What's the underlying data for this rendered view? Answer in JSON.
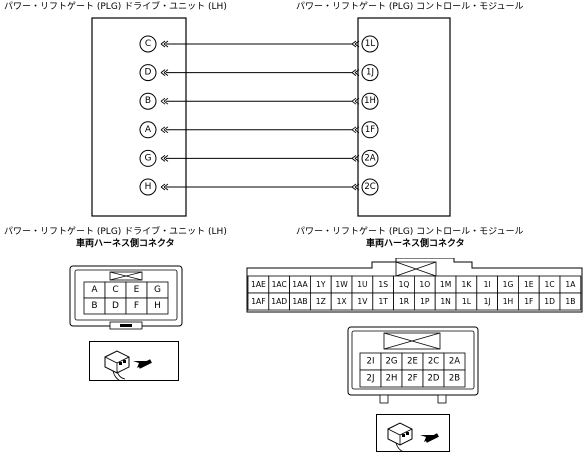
{
  "diagram": {
    "left_unit_title": "パワー・リフトゲート (PLG) ドライブ・ユニット (LH)",
    "right_unit_title": "パワー・リフトゲート (PLG) コントロール・モジュール",
    "wires": [
      {
        "left_pin": "C",
        "right_pin": "1L"
      },
      {
        "left_pin": "D",
        "right_pin": "1J"
      },
      {
        "left_pin": "B",
        "right_pin": "1H"
      },
      {
        "left_pin": "A",
        "right_pin": "1F"
      },
      {
        "left_pin": "G",
        "right_pin": "2A"
      },
      {
        "left_pin": "H",
        "right_pin": "2C"
      }
    ]
  },
  "left_connector": {
    "title": "パワー・リフトゲート (PLG) ドライブ・ユニット (LH)",
    "subtitle": "車両ハーネス側コネクタ",
    "rows": [
      [
        "A",
        "C",
        "E",
        "G"
      ],
      [
        "B",
        "D",
        "F",
        "H"
      ]
    ]
  },
  "right_connector": {
    "title": "パワー・リフトゲート (PLG) コントロール・モジュール",
    "subtitle": "車両ハーネス側コネクタ",
    "connector_1": {
      "rows": [
        [
          "1AE",
          "1AC",
          "1AA",
          "1Y",
          "1W",
          "1U",
          "1S",
          "1Q",
          "1O",
          "1M",
          "1K",
          "1I",
          "1G",
          "1E",
          "1C",
          "1A"
        ],
        [
          "1AF",
          "1AD",
          "1AB",
          "1Z",
          "1X",
          "1V",
          "1T",
          "1R",
          "1P",
          "1N",
          "1L",
          "1J",
          "1H",
          "1F",
          "1D",
          "1B"
        ]
      ]
    },
    "connector_2": {
      "rows": [
        [
          "2I",
          "2G",
          "2E",
          "2C",
          "2A"
        ],
        [
          "2J",
          "2H",
          "2F",
          "2D",
          "2B"
        ]
      ]
    }
  }
}
